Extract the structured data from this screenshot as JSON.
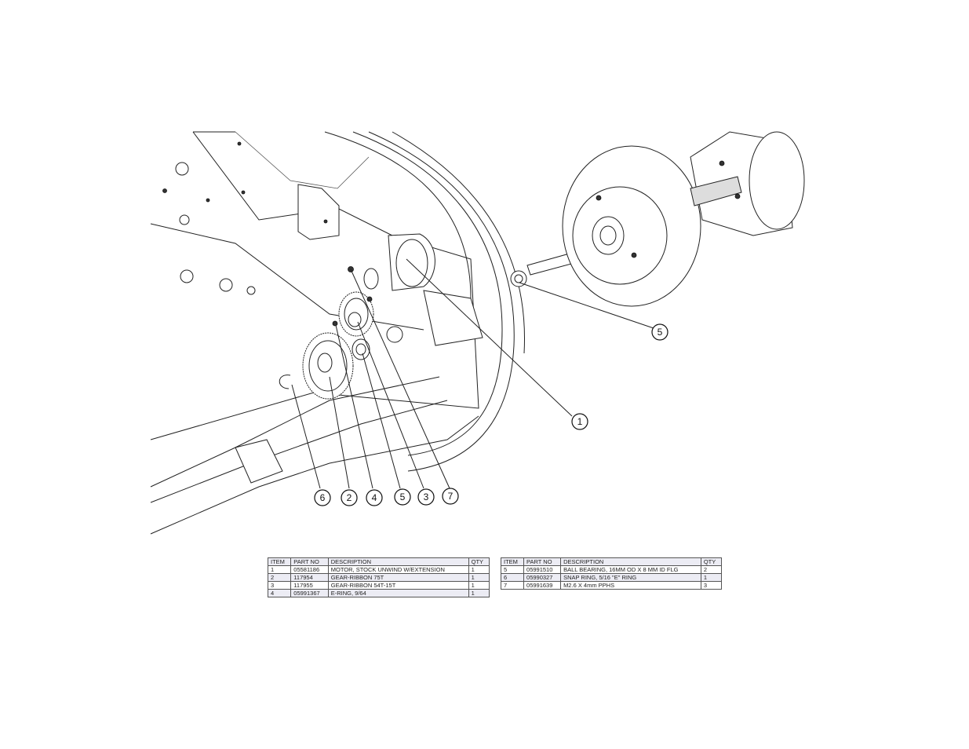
{
  "callouts": [
    {
      "id": "callout-1",
      "label": "1"
    },
    {
      "id": "callout-2",
      "label": "2"
    },
    {
      "id": "callout-3",
      "label": "3"
    },
    {
      "id": "callout-4",
      "label": "4"
    },
    {
      "id": "callout-5a",
      "label": "5"
    },
    {
      "id": "callout-5b",
      "label": "5"
    },
    {
      "id": "callout-6",
      "label": "6"
    },
    {
      "id": "callout-7",
      "label": "7"
    }
  ],
  "parts_table": {
    "headers": [
      "ITEM",
      "PART NO",
      "DESCRIPTION",
      "QTY"
    ],
    "left_rows": [
      [
        "1",
        "05581186",
        "MOTOR, STOCK UNWIND W/EXTENSION",
        "1"
      ],
      [
        "2",
        "117954",
        "GEAR-RIBBON 75T",
        "1"
      ],
      [
        "3",
        "117955",
        "GEAR-RIBBON 54T-15T",
        "1"
      ],
      [
        "4",
        "05991367",
        "E-RING, 9/64",
        "1"
      ]
    ],
    "right_rows": [
      [
        "5",
        "05991510",
        "BALL BEARING, 16MM OD X 8 MM ID FLG",
        "2"
      ],
      [
        "6",
        "05990327",
        "SNAP RING, 5/16 \"E\" RING",
        "1"
      ],
      [
        "7",
        "05991639",
        "M2.6 X 4mm PPHS",
        "3"
      ]
    ]
  }
}
